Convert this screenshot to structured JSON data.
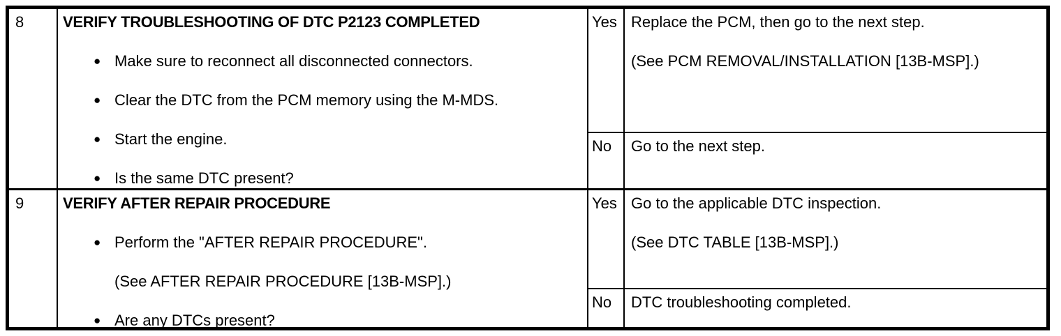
{
  "document": {
    "type": "dtc-troubleshooting-table",
    "rows": [
      {
        "step": "8",
        "action": {
          "title": "VERIFY TROUBLESHOOTING OF DTC P2123 COMPLETED",
          "items": [
            {
              "marker": "●",
              "text": "Make sure to reconnect all disconnected connectors."
            },
            {
              "marker": "●",
              "text": "Clear the DTC from the PCM memory using the M-MDS."
            },
            {
              "marker": "●",
              "text": "Start the engine."
            },
            {
              "marker": "●",
              "text": "Is the same DTC present?"
            }
          ]
        },
        "outcomes": [
          {
            "label": "Yes",
            "lines": [
              "Replace the PCM, then go to the next step.",
              "(See PCM REMOVAL/INSTALLATION [13B-MSP].)"
            ]
          },
          {
            "label": "No",
            "lines": [
              "Go to the next step."
            ]
          }
        ]
      },
      {
        "step": "9",
        "action": {
          "title": "VERIFY AFTER REPAIR PROCEDURE",
          "items": [
            {
              "marker": "●",
              "text": "Perform the \"AFTER REPAIR PROCEDURE\"."
            },
            {
              "marker": "",
              "text": "(See AFTER REPAIR PROCEDURE [13B-MSP].)"
            },
            {
              "marker": "●",
              "text": "Are any DTCs present?"
            }
          ]
        },
        "outcomes": [
          {
            "label": "Yes",
            "lines": [
              "Go to the applicable DTC inspection.",
              "(See DTC TABLE [13B-MSP].)"
            ]
          },
          {
            "label": "No",
            "lines": [
              "DTC troubleshooting completed."
            ]
          }
        ]
      }
    ]
  }
}
